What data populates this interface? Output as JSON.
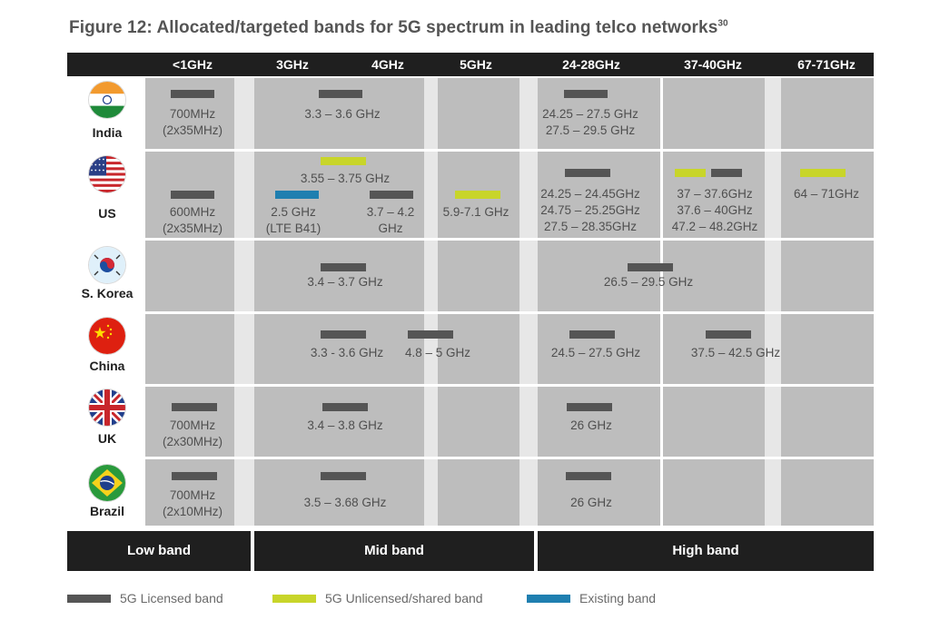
{
  "title": "Figure 12: Allocated/targeted bands for 5G spectrum in leading telco networks",
  "title_sup": "30",
  "colors": {
    "licensed": "#555555",
    "unlicensed": "#c8d52a",
    "existing": "#1f7fb0",
    "header": "#1f1f1f",
    "cell": "#bdbdbd"
  },
  "columns": [
    "<1GHz",
    "3GHz",
    "4GHz",
    "5GHz",
    "24-28GHz",
    "37-40GHz",
    "67-71GHz"
  ],
  "countries": [
    {
      "name": "India",
      "flag_icon": "india-flag-icon"
    },
    {
      "name": "US",
      "flag_icon": "us-flag-icon"
    },
    {
      "name": "S. Korea",
      "flag_icon": "south-korea-flag-icon"
    },
    {
      "name": "China",
      "flag_icon": "china-flag-icon"
    },
    {
      "name": "UK",
      "flag_icon": "uk-flag-icon"
    },
    {
      "name": "Brazil",
      "flag_icon": "brazil-flag-icon"
    }
  ],
  "bands": [
    {
      "country": "India",
      "type": "licensed",
      "lines": [
        "700MHz",
        "(2x35MHz)"
      ]
    },
    {
      "country": "India",
      "type": "licensed",
      "lines": [
        "3.3 – 3.6 GHz"
      ]
    },
    {
      "country": "India",
      "type": "licensed",
      "lines": [
        "24.25 – 27.5 GHz",
        "27.5 – 29.5 GHz"
      ]
    },
    {
      "country": "US",
      "type": "licensed",
      "lines": [
        "600MHz",
        "(2x35MHz)"
      ]
    },
    {
      "country": "US",
      "type": "unlicensed",
      "lines": [
        "3.55 – 3.75 GHz"
      ]
    },
    {
      "country": "US",
      "type": "existing",
      "lines": [
        "2.5 GHz",
        "(LTE B41)"
      ]
    },
    {
      "country": "US",
      "type": "licensed",
      "lines": [
        "3.7 – 4.2",
        "GHz"
      ]
    },
    {
      "country": "US",
      "type": "unlicensed",
      "lines": [
        "5.9-7.1 GHz"
      ]
    },
    {
      "country": "US",
      "type": "licensed",
      "lines": [
        "24.25 – 24.45GHz",
        "24.75 – 25.25GHz",
        "27.5 – 28.35GHz"
      ]
    },
    {
      "country": "US",
      "type": "unlicensed",
      "lines": []
    },
    {
      "country": "US",
      "type": "licensed",
      "lines": [
        "37 – 37.6GHz",
        "37.6 – 40GHz",
        "47.2 – 48.2GHz"
      ]
    },
    {
      "country": "US",
      "type": "unlicensed",
      "lines": [
        "64 – 71GHz"
      ]
    },
    {
      "country": "S. Korea",
      "type": "licensed",
      "lines": [
        "3.4 – 3.7 GHz"
      ]
    },
    {
      "country": "S. Korea",
      "type": "licensed",
      "lines": [
        "26.5 – 29.5 GHz"
      ]
    },
    {
      "country": "China",
      "type": "licensed",
      "lines": [
        "3.3 - 3.6  GHz"
      ]
    },
    {
      "country": "China",
      "type": "licensed",
      "lines": [
        "4.8 – 5 GHz"
      ]
    },
    {
      "country": "China",
      "type": "licensed",
      "lines": [
        "24.5 – 27.5 GHz"
      ]
    },
    {
      "country": "China",
      "type": "licensed",
      "lines": [
        "37.5 – 42.5 GHz"
      ]
    },
    {
      "country": "UK",
      "type": "licensed",
      "lines": [
        "700MHz",
        "(2x30MHz)"
      ]
    },
    {
      "country": "UK",
      "type": "licensed",
      "lines": [
        "3.4 – 3.8 GHz"
      ]
    },
    {
      "country": "UK",
      "type": "licensed",
      "lines": [
        "26 GHz"
      ]
    },
    {
      "country": "Brazil",
      "type": "licensed",
      "lines": [
        "700MHz",
        "(2x10MHz)"
      ]
    },
    {
      "country": "Brazil",
      "type": "licensed",
      "lines": [
        "3.5 – 3.68 GHz"
      ]
    },
    {
      "country": "Brazil",
      "type": "licensed",
      "lines": [
        "26 GHz"
      ]
    }
  ],
  "groups": [
    "Low band",
    "Mid band",
    "High band"
  ],
  "legend": [
    {
      "type": "licensed",
      "label": "5G Licensed band"
    },
    {
      "type": "unlicensed",
      "label": "5G Unlicensed/shared band"
    },
    {
      "type": "existing",
      "label": "Existing band"
    }
  ]
}
